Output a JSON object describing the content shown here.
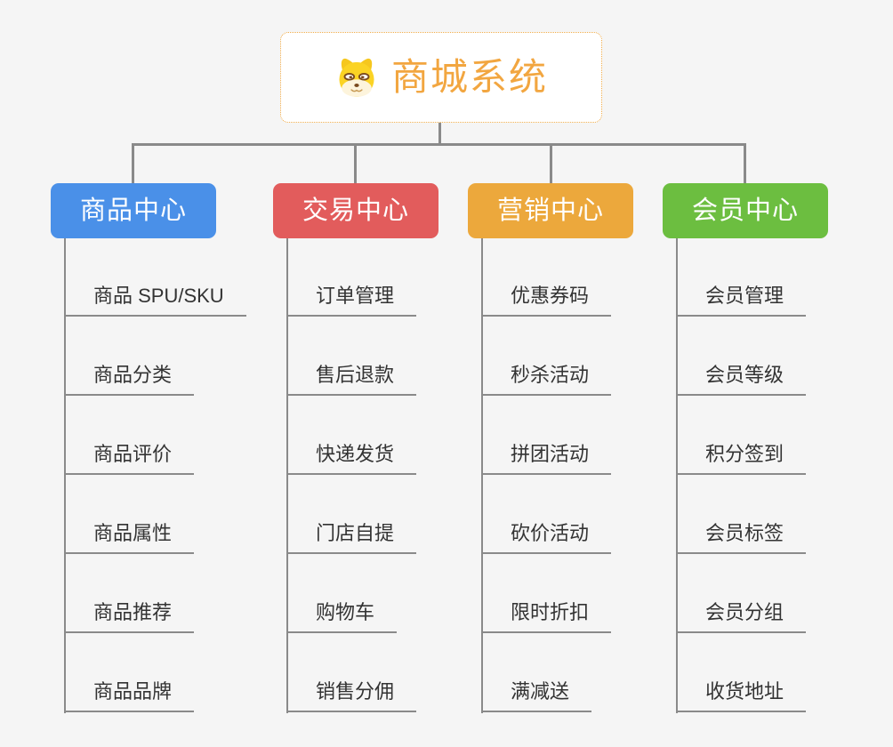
{
  "root": {
    "title": "商城系统",
    "icon": "shiba-dog-icon"
  },
  "branches": [
    {
      "label": "商品中心",
      "color": "#4a90e8",
      "children": [
        "商品 SPU/SKU",
        "商品分类",
        "商品评价",
        "商品属性",
        "商品推荐",
        "商品品牌"
      ]
    },
    {
      "label": "交易中心",
      "color": "#e25c5c",
      "children": [
        "订单管理",
        "售后退款",
        "快递发货",
        "门店自提",
        "购物车",
        "销售分佣"
      ]
    },
    {
      "label": "营销中心",
      "color": "#eca83c",
      "children": [
        "优惠券码",
        "秒杀活动",
        "拼团活动",
        "砍价活动",
        "限时折扣",
        "满减送"
      ]
    },
    {
      "label": "会员中心",
      "color": "#6cbe40",
      "children": [
        "会员管理",
        "会员等级",
        "积分签到",
        "会员标签",
        "会员分组",
        "收货地址"
      ]
    }
  ],
  "colors": {
    "canvas_bg": "#f5f5f5",
    "connector": "#8a8a8a",
    "root_accent": "#f2a640",
    "root_border": "#f0ac4a",
    "leaf_text": "#333333",
    "node_text": "#ffffff"
  }
}
